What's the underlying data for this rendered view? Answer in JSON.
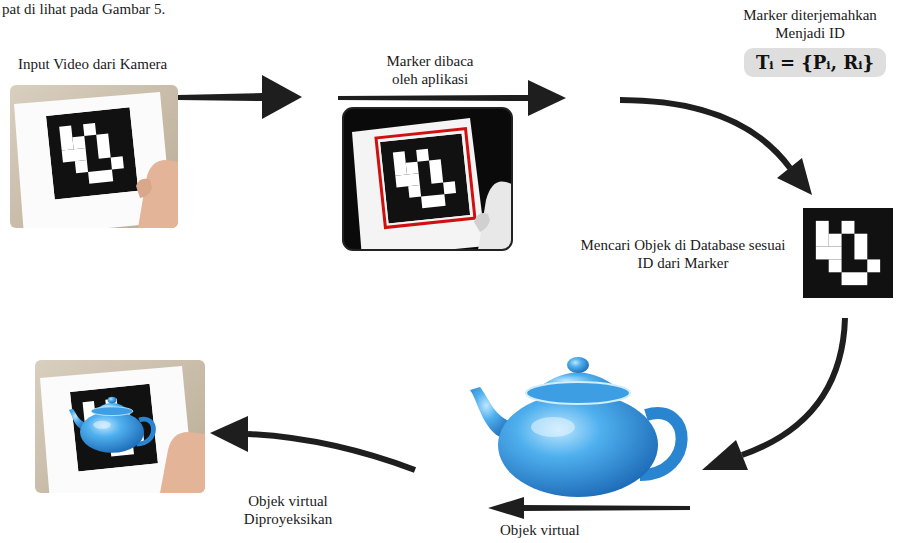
{
  "diagram": {
    "nodes": [
      {
        "text": [
          "Tᵢ = {Pᵢ, Rᵢ}"
        ]
      }
    ],
    "labels": [
      "pat di lihat pada Gambar 5.",
      "Input Video dari Kamera",
      "Marker dibaca oleh aplikasi",
      "Marker diterjemahkan Menjadi ID",
      "Mencari Objek di Database sesuai ID dari Marker",
      "Objek virtual",
      "Objek virtual Diproyeksikan"
    ]
  }
}
